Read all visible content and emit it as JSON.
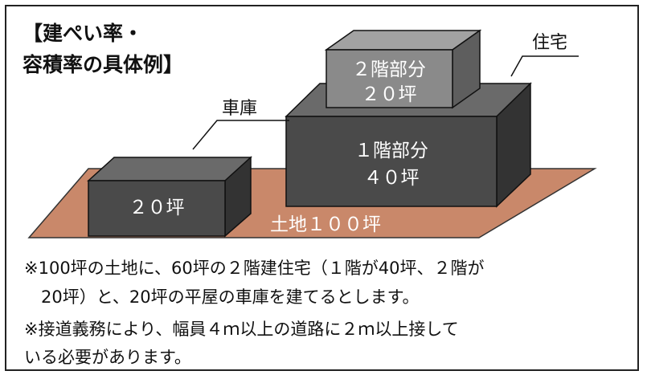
{
  "title": {
    "line1": "【建ぺい率・",
    "line2": "容積率の具体例】"
  },
  "callouts": {
    "house": "住宅",
    "garage": "車庫"
  },
  "boxes": {
    "floor2": {
      "line1": "２階部分",
      "line2": "２０坪"
    },
    "floor1": {
      "line1": "１階部分",
      "line2": "４０坪"
    },
    "garage": {
      "line1": "２０坪"
    }
  },
  "land": {
    "label": "土地１００坪"
  },
  "notes": [
    "※100坪の土地に、60坪の２階建住宅（１階が40坪、２階が",
    "　20坪）と、20坪の平屋の車庫を建てるとします。",
    "※接道義務により、幅員４ｍ以上の道路に２ｍ以上接して",
    "いる必要があります。"
  ],
  "colors": {
    "land": "#c9886a",
    "box_front": "#4a4a4a",
    "box_top": "#6a6a6a",
    "box_side": "#333333",
    "box2_front": "#8a8a8a",
    "box2_top": "#a2a2a2",
    "box2_side": "#5e5e5e"
  }
}
